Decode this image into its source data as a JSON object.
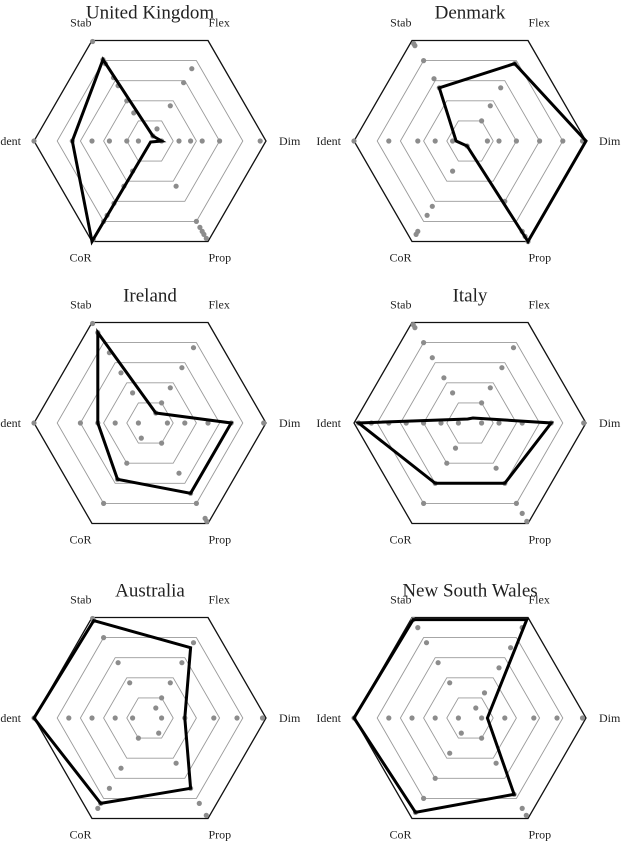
{
  "chart_data": [
    {
      "type": "radar",
      "title": "United Kingdom",
      "axes": [
        "Flex",
        "Dim",
        "Prop",
        "CoR",
        "Ident",
        "Stab"
      ],
      "rlim": [
        0,
        1
      ],
      "rings": 4,
      "highlight": [
        0.05,
        0.1,
        0.01,
        1.0,
        0.67,
        0.81
      ],
      "dots": [
        [
          0.72,
          0.58,
          0.35,
          0.12,
          0.05
        ],
        [
          0.95,
          0.6,
          0.45,
          0.25,
          0.1,
          0.35
        ],
        [
          0.97,
          0.93,
          0.9,
          0.86,
          0.8,
          0.45
        ],
        [
          0.98,
          0.8,
          0.74,
          0.62,
          0.45,
          0.3
        ],
        [
          1.0,
          0.67,
          0.5,
          0.35,
          0.2,
          0.1
        ],
        [
          0.99,
          0.81,
          0.77,
          0.63,
          0.55,
          0.4,
          0.28
        ]
      ]
    },
    {
      "type": "radar",
      "title": "Denmark",
      "axes": [
        "Flex",
        "Dim",
        "Prop",
        "CoR",
        "Ident",
        "Stab"
      ],
      "rlim": [
        0,
        1
      ],
      "rings": 4,
      "highlight": [
        0.77,
        1.0,
        1.0,
        0.05,
        0.12,
        0.53
      ],
      "dots": [
        [
          0.77,
          0.53,
          0.35,
          0.2
        ],
        [
          0.97,
          0.8,
          0.6,
          0.4,
          0.25,
          0.15
        ],
        [
          1.0,
          0.95,
          0.9,
          0.6
        ],
        [
          0.93,
          0.9,
          0.74,
          0.65,
          0.3,
          0.05
        ],
        [
          1.0,
          0.7,
          0.45,
          0.3,
          0.15
        ],
        [
          0.97,
          0.95,
          0.8,
          0.62,
          0.53
        ]
      ]
    },
    {
      "type": "radar",
      "title": "Ireland",
      "axes": [
        "Flex",
        "Dim",
        "Prop",
        "CoR",
        "Ident",
        "Stab"
      ],
      "rlim": [
        0,
        1
      ],
      "rings": 4,
      "highlight": [
        0.1,
        0.7,
        0.7,
        0.56,
        0.45,
        0.9
      ],
      "dots": [
        [
          0.75,
          0.55,
          0.35,
          0.2,
          0.1
        ],
        [
          0.98,
          0.7,
          0.5,
          0.3,
          0.15
        ],
        [
          0.98,
          0.95,
          0.8,
          0.7,
          0.5,
          0.2
        ],
        [
          0.8,
          0.56,
          0.4,
          0.15
        ],
        [
          1.0,
          0.6,
          0.45,
          0.3,
          0.1
        ],
        [
          0.99,
          0.9,
          0.7,
          0.5,
          0.3
        ]
      ]
    },
    {
      "type": "radar",
      "title": "Italy",
      "axes": [
        "Flex",
        "Dim",
        "Prop",
        "CoR",
        "Ident",
        "Stab"
      ],
      "rlim": [
        0,
        1
      ],
      "rings": 4,
      "highlight": [
        0.05,
        0.7,
        0.6,
        0.6,
        0.96,
        0.04
      ],
      "dots": [
        [
          0.75,
          0.55,
          0.35,
          0.2
        ],
        [
          0.98,
          0.7,
          0.45,
          0.25,
          0.1
        ],
        [
          0.98,
          0.9,
          0.8,
          0.6,
          0.45
        ],
        [
          0.8,
          0.6,
          0.4,
          0.25
        ],
        [
          0.96,
          0.85,
          0.7,
          0.55,
          0.4,
          0.25,
          0.1
        ],
        [
          0.98,
          0.95,
          0.8,
          0.65,
          0.45,
          0.3
        ]
      ]
    },
    {
      "type": "radar",
      "title": "Australia",
      "axes": [
        "Flex",
        "Dim",
        "Prop",
        "CoR",
        "Ident",
        "Stab"
      ],
      "rlim": [
        0,
        1
      ],
      "rings": 4,
      "highlight": [
        0.7,
        0.3,
        0.7,
        0.85,
        1.0,
        0.97
      ],
      "dots": [
        [
          0.75,
          0.55,
          0.35,
          0.2,
          0.1
        ],
        [
          0.97,
          0.75,
          0.55,
          0.3,
          0.1
        ],
        [
          0.97,
          0.85,
          0.7,
          0.45,
          0.15
        ],
        [
          0.9,
          0.85,
          0.7,
          0.5,
          0.2
        ],
        [
          1.0,
          0.7,
          0.5,
          0.3,
          0.15
        ],
        [
          0.99,
          0.97,
          0.8,
          0.55,
          0.35
        ]
      ]
    },
    {
      "type": "radar",
      "title": "New South Wales",
      "axes": [
        "Flex",
        "Dim",
        "Prop",
        "CoR",
        "Ident",
        "Stab"
      ],
      "rlim": [
        0,
        1
      ],
      "rings": 4,
      "highlight": [
        0.98,
        0.15,
        0.76,
        0.94,
        1.0,
        0.98
      ],
      "dots": [
        [
          0.9,
          0.7,
          0.5,
          0.25,
          0.1
        ],
        [
          0.97,
          0.75,
          0.55,
          0.3,
          0.1
        ],
        [
          0.97,
          0.9,
          0.76,
          0.45,
          0.2
        ],
        [
          0.94,
          0.8,
          0.6,
          0.35,
          0.15
        ],
        [
          1.0,
          0.7,
          0.5,
          0.3,
          0.1
        ],
        [
          0.98,
          0.9,
          0.75,
          0.55,
          0.35
        ]
      ]
    }
  ]
}
